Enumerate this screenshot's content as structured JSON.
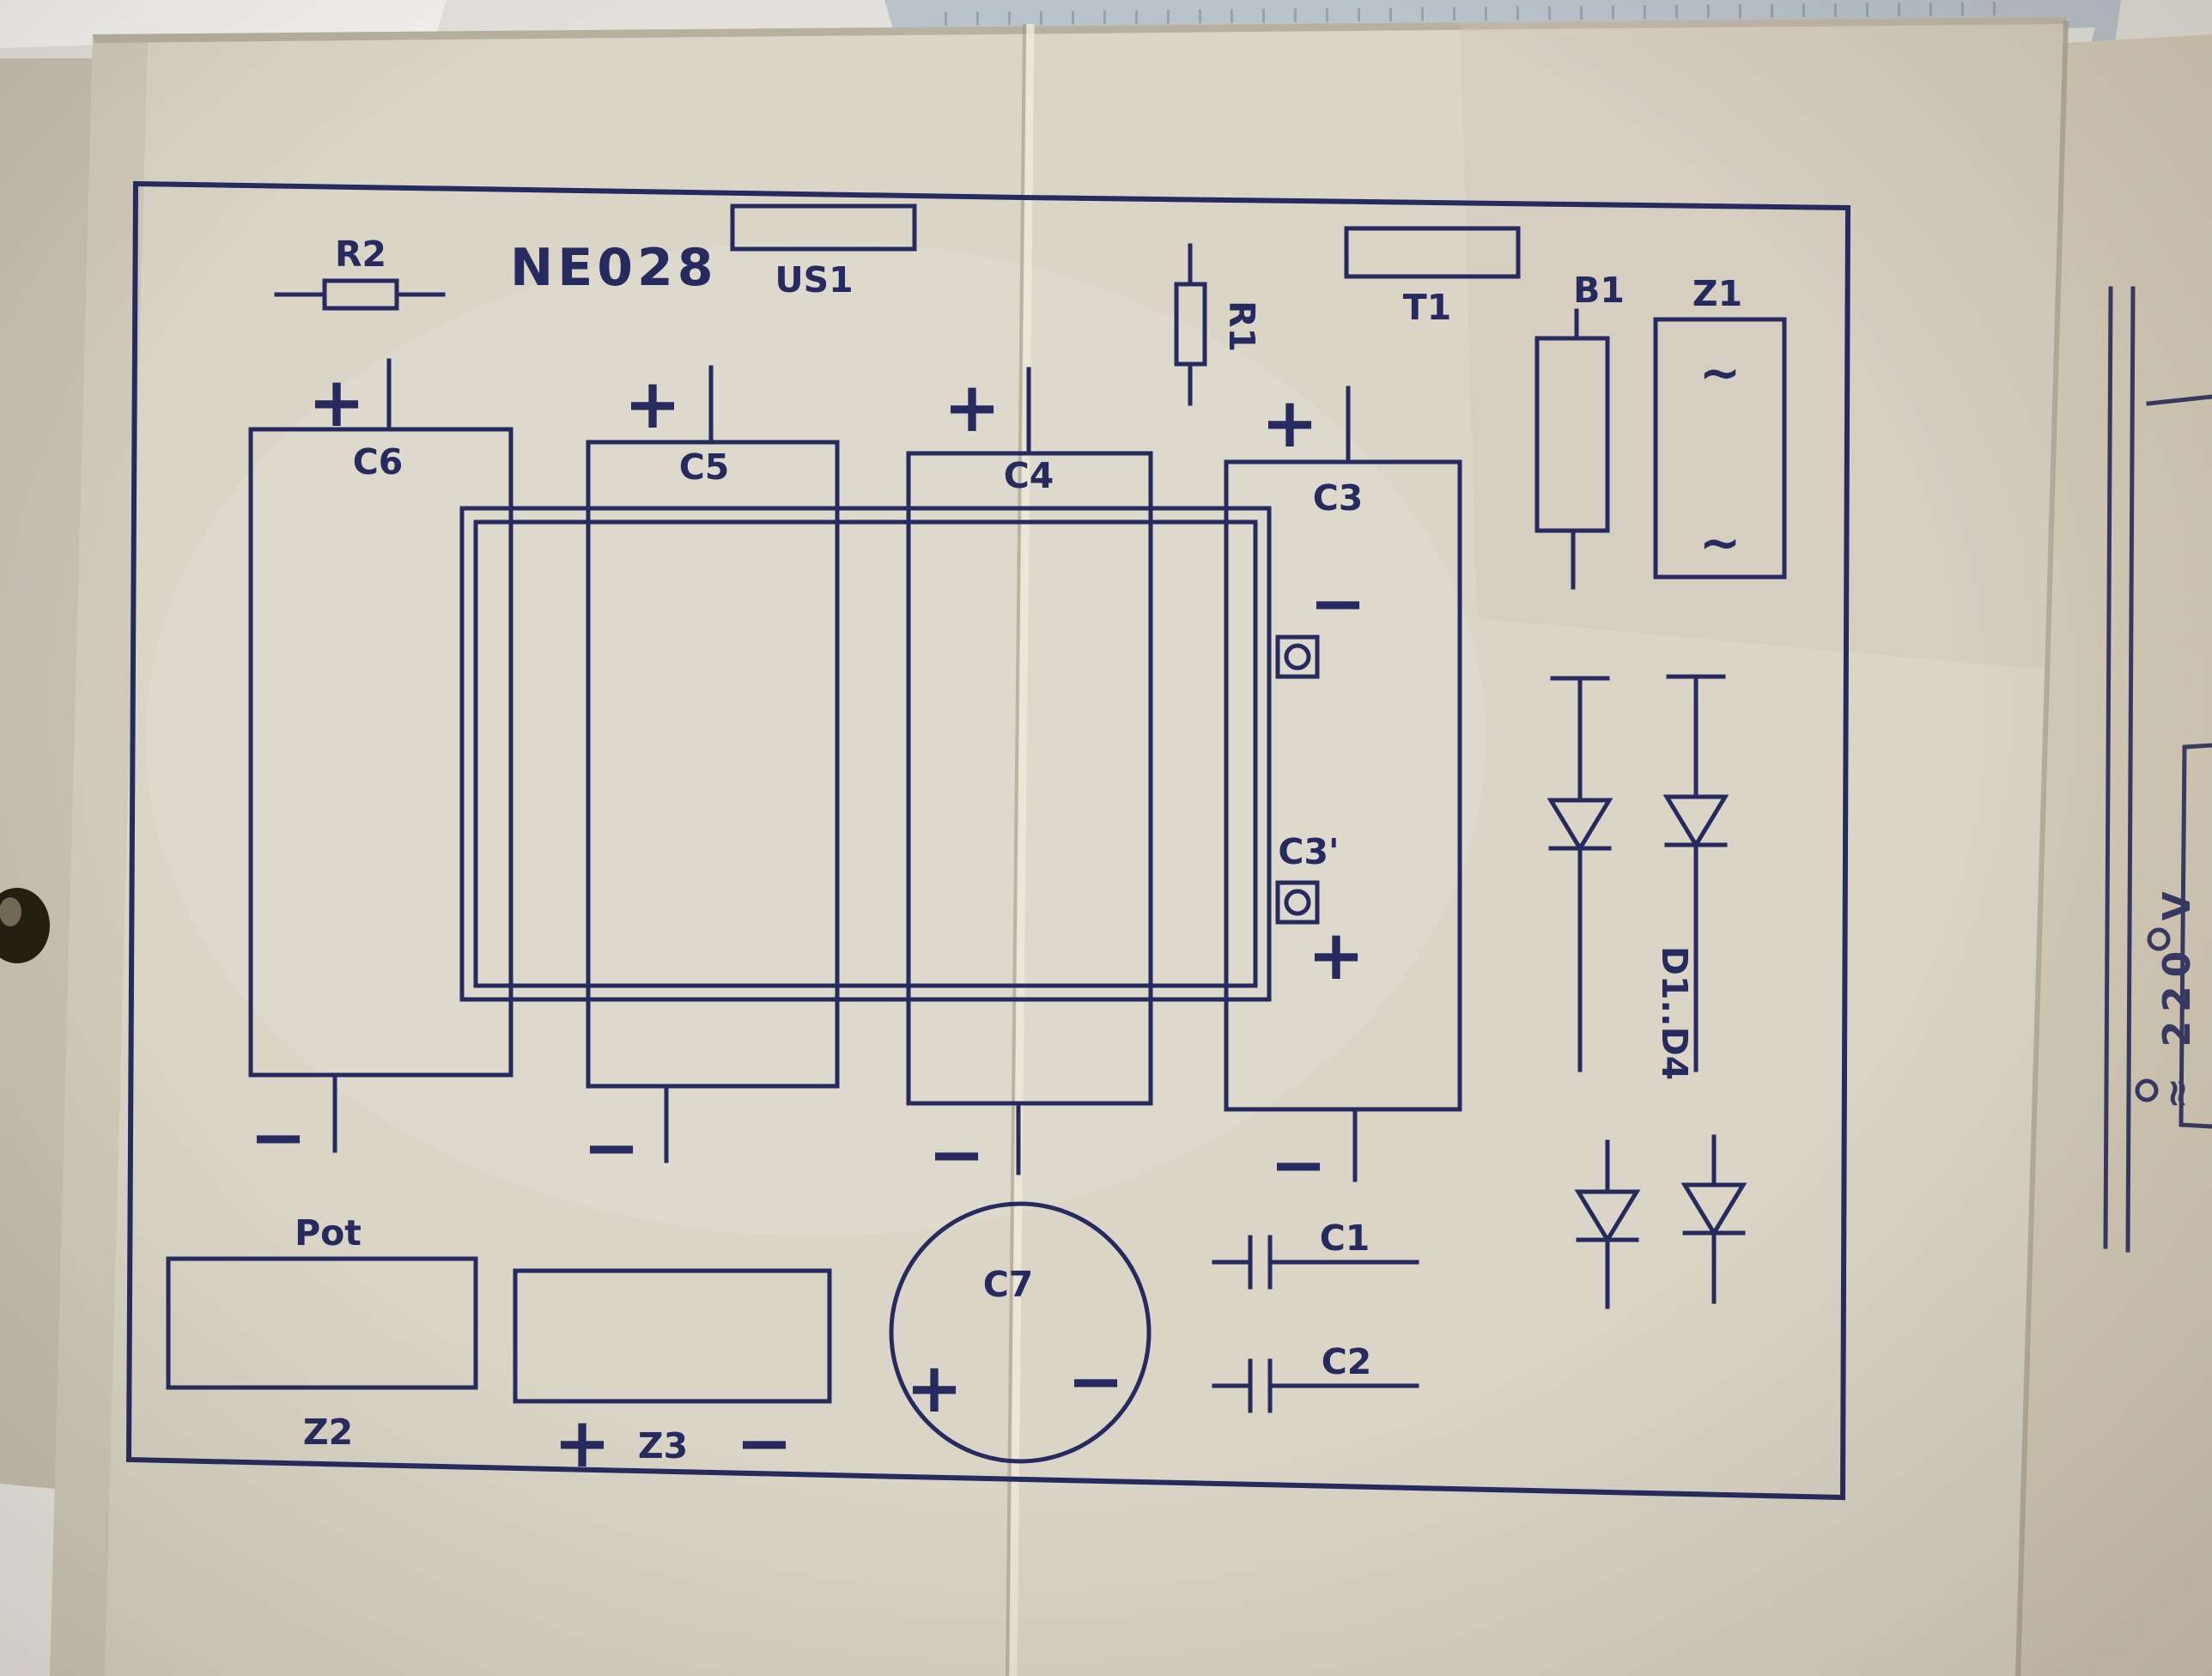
{
  "board": {
    "title": "NE028",
    "labels": {
      "r2": "R2",
      "us1": "US1",
      "r1": "R1",
      "t1": "T1",
      "b1": "B1",
      "z1": "Z1",
      "c6": "C6",
      "c5": "C5",
      "c4": "C4",
      "c3": "C3",
      "c3_prime": "C3'",
      "diodes": "D1..D4",
      "pot": "Pot",
      "z2": "Z2",
      "z3": "Z3",
      "c7": "C7",
      "c1": "C1",
      "c2": "C2"
    },
    "symbols": {
      "plus": "+",
      "minus": "−",
      "tilde": "~"
    },
    "side_sheet": {
      "mains_label": "≈ 220 V"
    },
    "colors": {
      "ink": "#262a5e",
      "paper": "#dad5c7"
    }
  }
}
